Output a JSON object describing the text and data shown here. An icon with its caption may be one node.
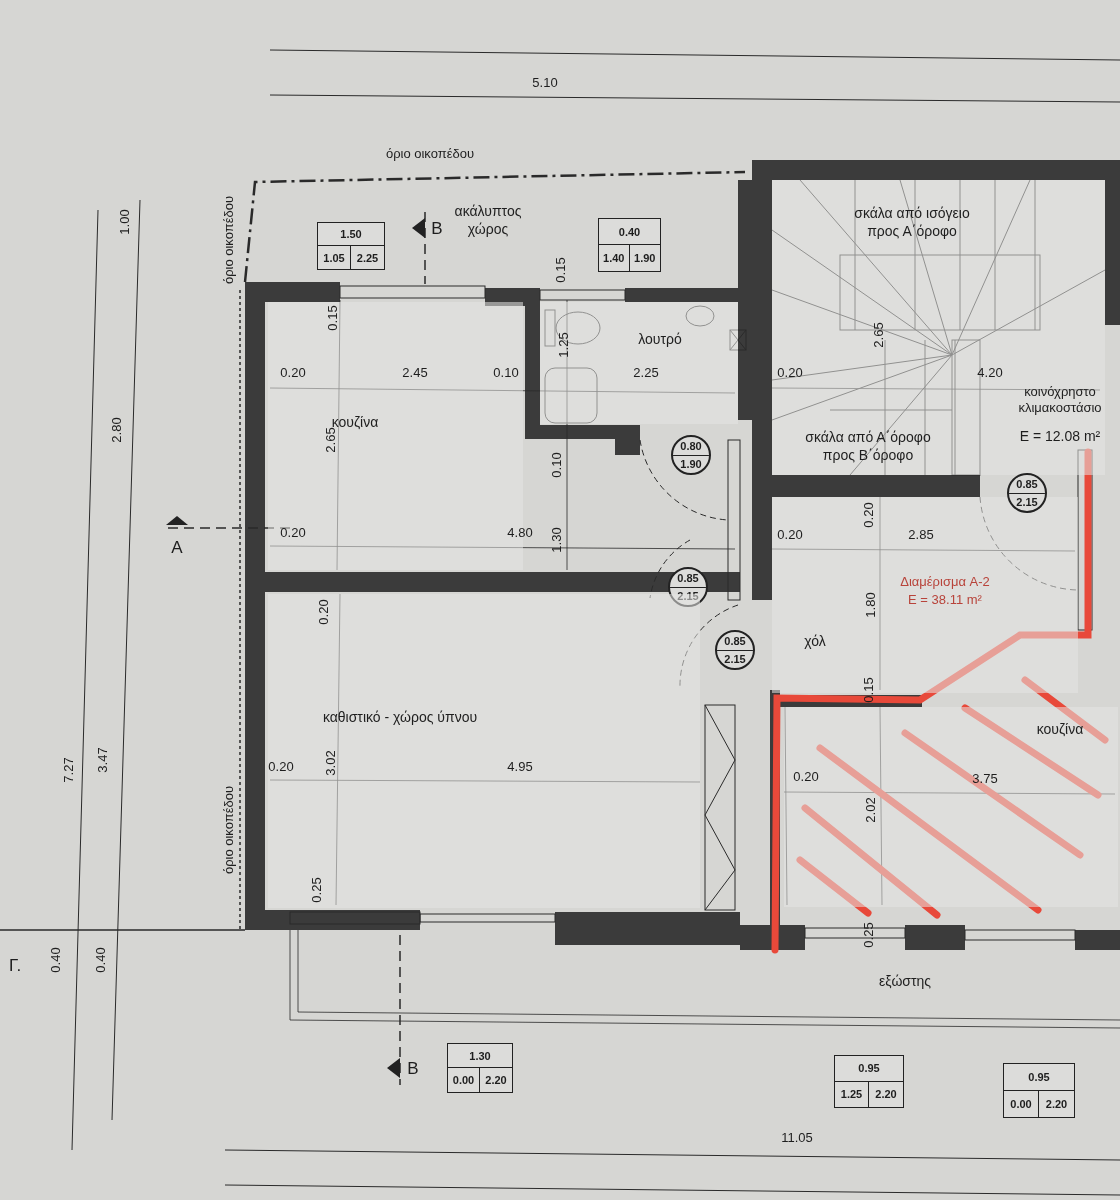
{
  "diagram": {
    "nodes": [
      {
        "text": [
          "ακάλυπτος χώρος"
        ]
      },
      {
        "text": [
          "1.50",
          "1.05",
          "2.25"
        ],
        "in": 0
      },
      {
        "text": [
          "0.40",
          "1.40",
          "1.90"
        ],
        "in": 0
      },
      {
        "text": [
          "κουζίνα"
        ]
      },
      {
        "text": [
          "λουτρό"
        ]
      },
      {
        "text": [
          "0.80",
          "1.90"
        ]
      },
      {
        "text": [
          "0.85",
          "2.15"
        ]
      },
      {
        "text": [
          "καθιστικό - χώρος ύπνου"
        ]
      },
      {
        "text": [
          "σκάλα από ισόγειο προς Α΄όροφο",
          "σκάλα από Α΄όροφο προς Β΄όροφο",
          "κοινόχρηστο κλιμακοστάσιο",
          "E = 12.08 m²"
        ]
      },
      {
        "text": [
          "Διαμέρισμα A-2",
          "E = 38.11 m²",
          "χόλ"
        ]
      },
      {
        "text": [
          "0.85",
          "2.15"
        ]
      },
      {
        "text": [
          "0.85",
          "2.15"
        ]
      },
      {
        "text": [
          "κουζίνα"
        ]
      },
      {
        "text": [
          "εξώστης"
        ]
      },
      {
        "text": [
          "1.30",
          "0.00",
          "2.20"
        ]
      },
      {
        "text": [
          "0.95",
          "1.25",
          "2.20"
        ]
      },
      {
        "text": [
          "0.95",
          "0.00",
          "2.20"
        ]
      }
    ],
    "labels": [
      "5.10",
      "όριο οικοπέδου",
      "1.00",
      "όριο οικοπέδου",
      "B",
      "0.15",
      "0.15",
      "1.25",
      "0.20",
      "2.45",
      "0.10",
      "2.25",
      "2.65",
      "0.20",
      "4.20",
      "2.80",
      "2.65",
      "0.10",
      "0.20",
      "1.30",
      "A",
      "0.20",
      "4.80",
      "0.20",
      "2.85",
      "0.20",
      "1.80",
      "0.15",
      "7.27",
      "3.47",
      "3.02",
      "0.20",
      "4.95",
      "0.20",
      "3.75",
      "2.02",
      "όριο οικοπέδου",
      "0.25",
      "0.25",
      "Γ.",
      "0.40",
      "0.40",
      "B",
      "11.05"
    ]
  }
}
